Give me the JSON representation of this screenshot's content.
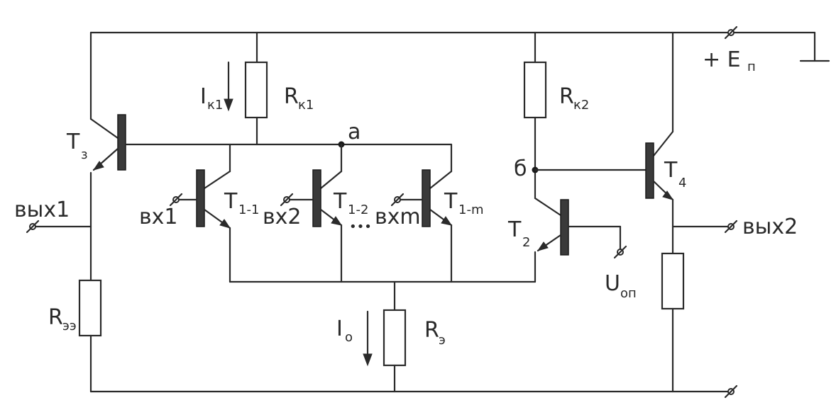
{
  "labels": {
    "supply": "+ E",
    "supply_sub": "п",
    "node_a": "a",
    "node_b": "б",
    "dots": "•••",
    "rk1": "R",
    "rk1_sub": "к1",
    "ik1": "I",
    "ik1_sub": "к1",
    "rk2": "R",
    "rk2_sub": "к2",
    "re": "R",
    "re_sub": "э",
    "re3": "R",
    "re3_sub": "ээ",
    "i0": "I",
    "i0_sub": "о",
    "t3": "T",
    "t3_sub": "з",
    "t11": "T",
    "t11_sub": "1-1",
    "t12": "T",
    "t12_sub": "1-2",
    "t1m": "T",
    "t1m_sub": "1-m",
    "t2": "T",
    "t2_sub": "2",
    "t4": "T",
    "t4_sub": "4",
    "in1": "вх1",
    "in2": "вх2",
    "inm": "вхm",
    "out1": "вых1",
    "out2": "вых2",
    "uop": "U",
    "uop_sub": "оп"
  }
}
